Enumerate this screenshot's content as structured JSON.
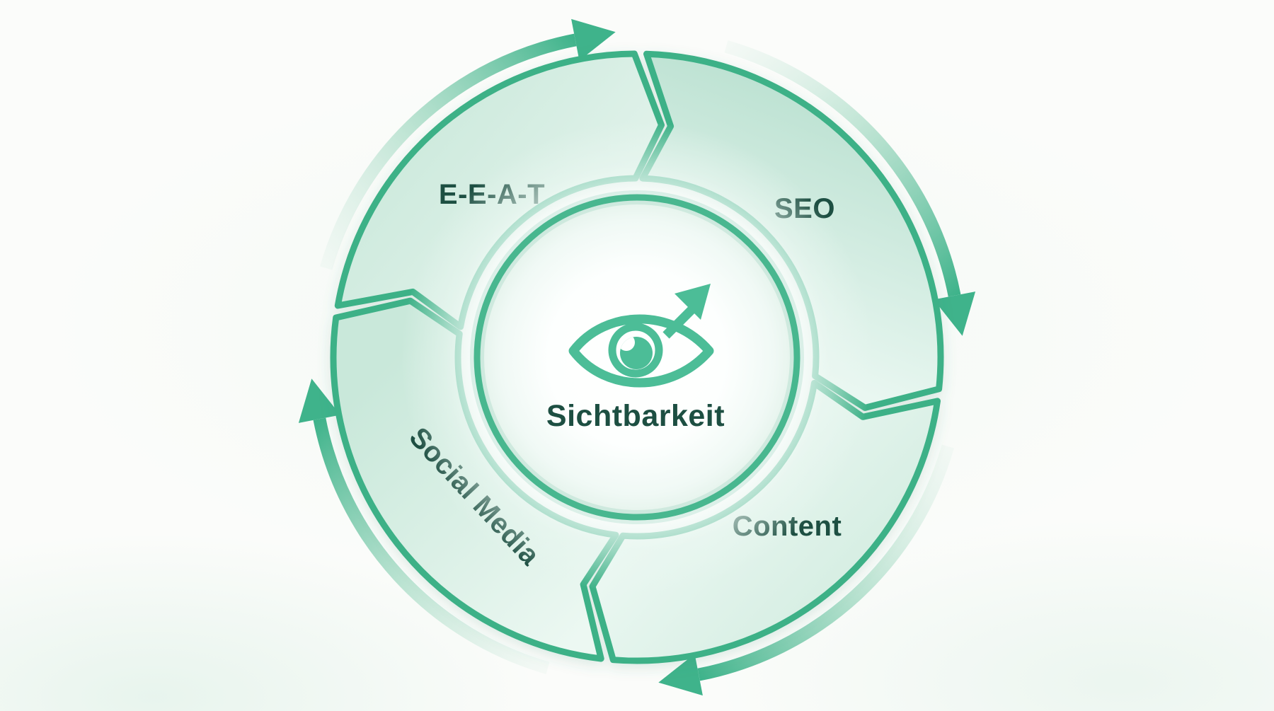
{
  "diagram": {
    "type": "cycle",
    "flow_direction": "clockwise",
    "center": {
      "label": "Sichtbarkeit",
      "icon": "eye-with-growth-arrow"
    },
    "segments": [
      {
        "label": "E-E-A-T",
        "position": "top-left"
      },
      {
        "label": "SEO",
        "position": "top-right"
      },
      {
        "label": "Content",
        "position": "bottom-right"
      },
      {
        "label": "Social Media",
        "position": "bottom-left"
      }
    ],
    "colors": {
      "accent_green": "#3cb187",
      "arrow_green": "#3fb38b",
      "icon_green": "#4cbd97",
      "rim_green": "#48b78f",
      "segment_fill_dark": "#c3e5d5",
      "segment_fill_light": "#e9f6f0",
      "label_dark_green": "#1d4f42",
      "background": "#fbfcfa"
    }
  }
}
